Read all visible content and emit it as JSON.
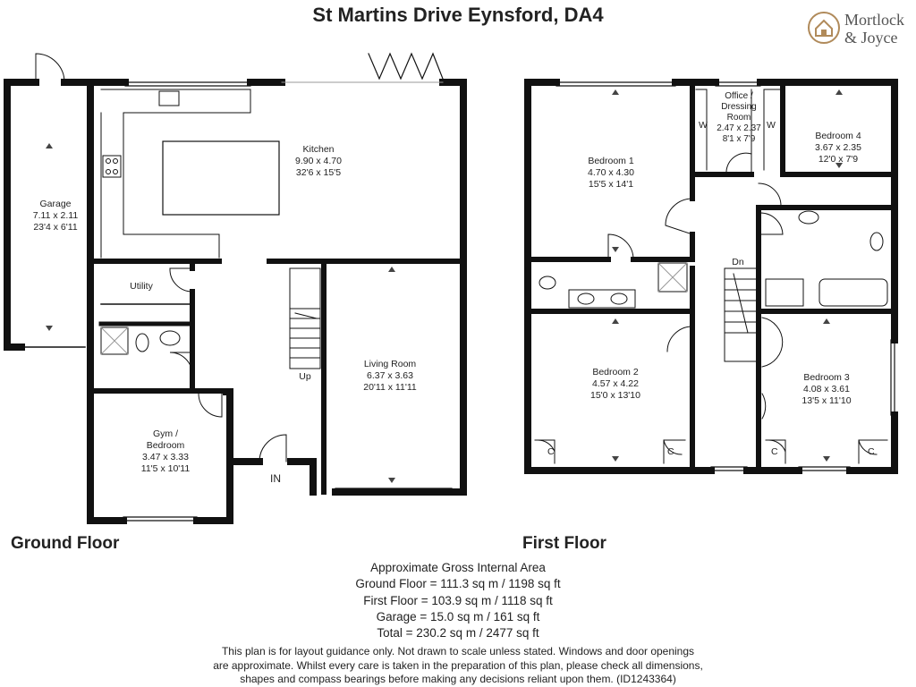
{
  "title": "St Martins Drive Eynsford, DA4",
  "brand": {
    "line1": "Mortlock",
    "line2": "& Joyce",
    "icon": "house-logo-icon",
    "accent": "#b08a5a"
  },
  "ground_floor": {
    "label": "Ground Floor",
    "rooms": {
      "garage": {
        "name": "Garage",
        "metric": "7.11 x 2.11",
        "imperial": "23'4 x 6'11"
      },
      "kitchen": {
        "name": "Kitchen",
        "metric": "9.90 x 4.70",
        "imperial": "32'6 x 15'5"
      },
      "utility": {
        "name": "Utility"
      },
      "living": {
        "name": "Living Room",
        "metric": "6.37 x 3.63",
        "imperial": "20'11 x 11'11"
      },
      "gym": {
        "name": "Gym /",
        "name2": "Bedroom",
        "metric": "3.47 x 3.33",
        "imperial": "11'5 x 10'11"
      }
    },
    "stairs_label": "Up",
    "entrance_label": "IN"
  },
  "first_floor": {
    "label": "First Floor",
    "rooms": {
      "bed1": {
        "name": "Bedroom 1",
        "metric": "4.70 x 4.30",
        "imperial": "15'5 x 14'1"
      },
      "office": {
        "name": "Office /",
        "name2": "Dressing",
        "name3": "Room",
        "metric": "2.47 x 2.37",
        "imperial": "8'1 x 7'9"
      },
      "bed4": {
        "name": "Bedroom 4",
        "metric": "3.67 x 2.35",
        "imperial": "12'0 x 7'9"
      },
      "bed2": {
        "name": "Bedroom 2",
        "metric": "4.57 x 4.22",
        "imperial": "15'0 x 13'10"
      },
      "bed3": {
        "name": "Bedroom 3",
        "metric": "4.08 x 3.61",
        "imperial": "13'5 x 11'10"
      }
    },
    "wardrobe_label": "W",
    "cupboard_label": "C",
    "stairs_label": "Dn"
  },
  "areas": {
    "heading": "Approximate Gross Internal Area",
    "ground": "Ground Floor = 111.3 sq m / 1198 sq ft",
    "first": "First Floor = 103.9 sq m / 1118 sq ft",
    "garage": "Garage = 15.0 sq m / 161 sq ft",
    "total": "Total = 230.2 sq m / 2477 sq ft"
  },
  "disclaimer": {
    "line1": "This plan is for layout guidance only. Not drawn to scale unless stated. Windows and door openings",
    "line2": "are approximate. Whilst every care is taken in the preparation of this plan, please check all dimensions,",
    "line3": "shapes and compass bearings before making any decisions reliant upon them. (ID1243364)"
  }
}
